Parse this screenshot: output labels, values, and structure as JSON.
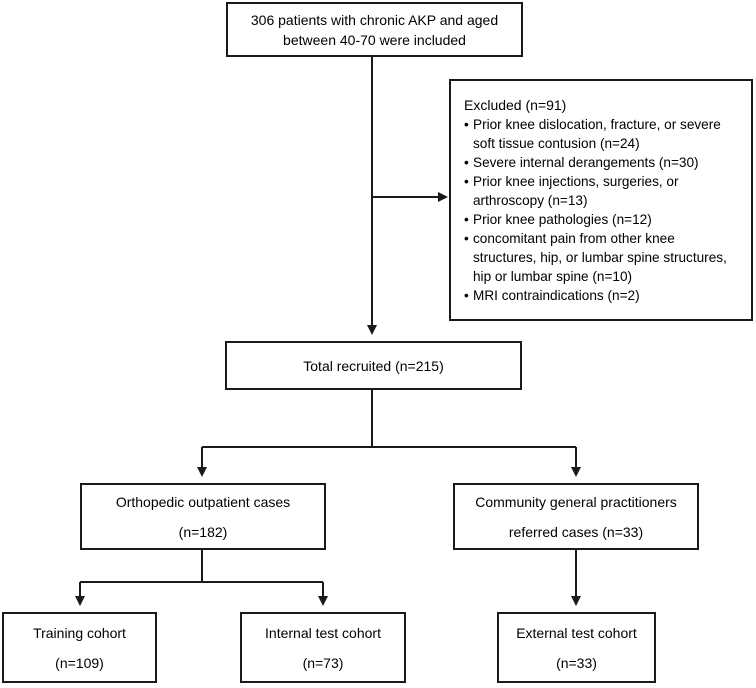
{
  "colors": {
    "line": "#1a1a1a",
    "background": "#ffffff"
  },
  "boxes": {
    "included": {
      "line1": "306 patients with chronic AKP and aged",
      "line2": "between 40-70 were included"
    },
    "excluded": {
      "title": "Excluded  (n=91)",
      "items": [
        {
          "line1": "Prior knee dislocation, fracture, or severe",
          "line2": "soft tissue contusion (n=24)"
        },
        {
          "line1": "Severe internal derangements (n=30)",
          "line2": ""
        },
        {
          "line1": "Prior knee injections, surgeries, or",
          "line2": "arthroscopy (n=13)"
        },
        {
          "line1": "Prior knee pathologies (n=12)",
          "line2": ""
        },
        {
          "line1": "concomitant pain from other knee",
          "line2": "structures, hip, or lumbar spine structures,",
          "line3": "hip or lumbar spine (n=10)"
        },
        {
          "line1": "MRI contraindications (n=2)",
          "line2": ""
        }
      ]
    },
    "total": {
      "label": "Total recruited (n=215)"
    },
    "orthopedic": {
      "line1": "Orthopedic outpatient cases",
      "line2": "(n=182)"
    },
    "community": {
      "line1": "Community general practitioners",
      "line2": "referred cases (n=33)"
    },
    "training": {
      "line1": "Training cohort",
      "line2": "(n=109)"
    },
    "internal": {
      "line1": "Internal test cohort",
      "line2": "(n=73)"
    },
    "external": {
      "line1": "External test cohort",
      "line2": "(n=33)"
    }
  }
}
